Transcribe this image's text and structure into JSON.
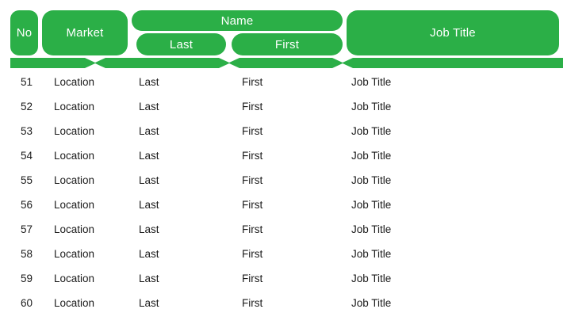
{
  "theme": {
    "accent": "#2BAF47",
    "background": "#FFFFFF",
    "header_text": "#FFFFFF",
    "body_text": "#1B1B1B"
  },
  "table": {
    "header": {
      "no": "No",
      "market": "Market",
      "name_group": "Name",
      "last": "Last",
      "first": "First",
      "job_title": "Job Title"
    },
    "columns": [
      "No",
      "Market",
      "Last",
      "First",
      "Job Title"
    ],
    "rows": [
      {
        "no": "51",
        "market": "Location",
        "last": "Last",
        "first": "First",
        "job_title": "Job Title"
      },
      {
        "no": "52",
        "market": "Location",
        "last": "Last",
        "first": "First",
        "job_title": "Job Title"
      },
      {
        "no": "53",
        "market": "Location",
        "last": "Last",
        "first": "First",
        "job_title": "Job Title"
      },
      {
        "no": "54",
        "market": "Location",
        "last": "Last",
        "first": "First",
        "job_title": "Job Title"
      },
      {
        "no": "55",
        "market": "Location",
        "last": "Last",
        "first": "First",
        "job_title": "Job Title"
      },
      {
        "no": "56",
        "market": "Location",
        "last": "Last",
        "first": "First",
        "job_title": "Job Title"
      },
      {
        "no": "57",
        "market": "Location",
        "last": "Last",
        "first": "First",
        "job_title": "Job Title"
      },
      {
        "no": "58",
        "market": "Location",
        "last": "Last",
        "first": "First",
        "job_title": "Job Title"
      },
      {
        "no": "59",
        "market": "Location",
        "last": "Last",
        "first": "First",
        "job_title": "Job Title"
      },
      {
        "no": "60",
        "market": "Location",
        "last": "Last",
        "first": "First",
        "job_title": "Job Title"
      }
    ]
  }
}
